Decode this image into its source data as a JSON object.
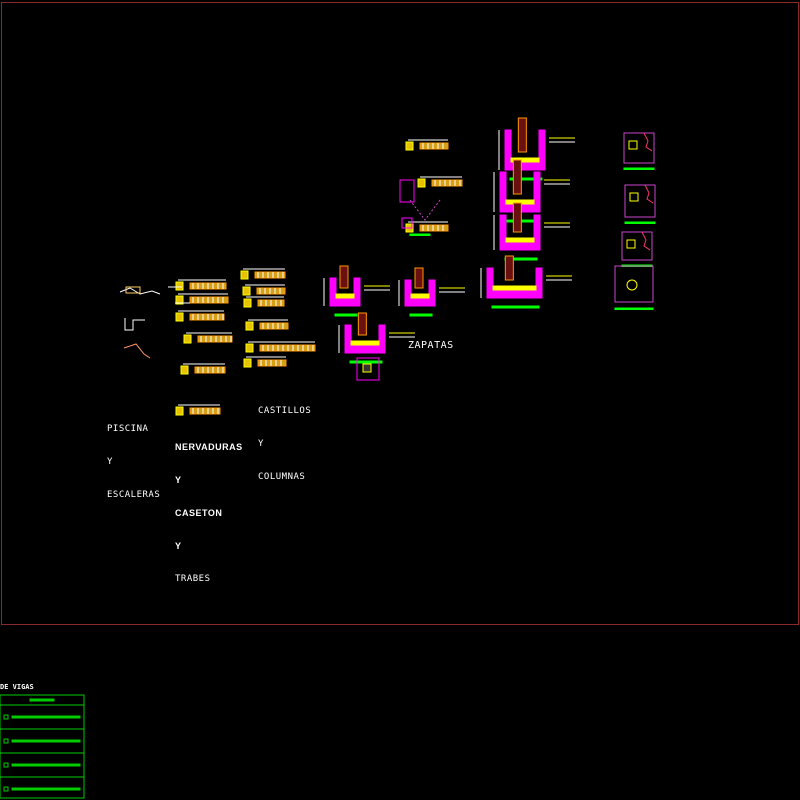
{
  "drawing": {
    "frame_color": "#8a2a2a",
    "groups": [
      {
        "id": "piscina",
        "lines": [
          "PISCINA",
          "Y",
          "ESCALERAS"
        ]
      },
      {
        "id": "nervaduras",
        "lines": [
          "NERVADURAS",
          "Y",
          "CASETON",
          "Y",
          "TRABES"
        ]
      },
      {
        "id": "castillos",
        "lines": [
          "CASTILLOS",
          "Y",
          "COLUMNAS"
        ]
      },
      {
        "id": "zapatas",
        "lines": [
          "ZAPATAS"
        ]
      }
    ],
    "colors": {
      "concrete": "#ff00ff",
      "rebar": "#ffff00",
      "labels": "#00ff00",
      "dims": "#ffffff",
      "hatch": "#8b1a1a"
    }
  },
  "table": {
    "title": "DE VIGAS",
    "color": "#00cc00",
    "rows": 4
  }
}
